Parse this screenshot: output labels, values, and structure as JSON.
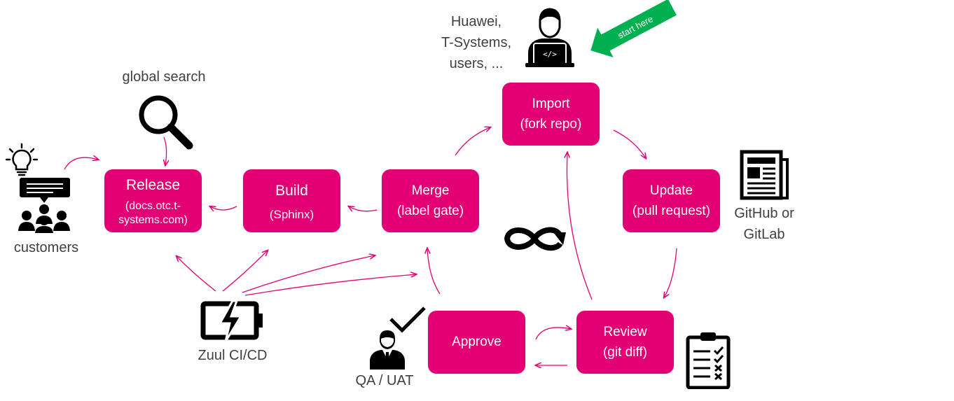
{
  "colors": {
    "box": "#e20074",
    "arrow": "#e20074",
    "start": "#00b050",
    "icon": "#000000"
  },
  "contributors": {
    "line1": "Huawei,",
    "line2": "T-Systems,",
    "line3": "users, ..."
  },
  "start_label": "start here",
  "boxes": {
    "import": {
      "title": "Import",
      "sub": "(fork repo)"
    },
    "update": {
      "title": "Update",
      "sub": "(pull request)"
    },
    "review": {
      "title": "Review",
      "sub": "(git diff)"
    },
    "approve": {
      "title": "Approve",
      "sub": ""
    },
    "merge": {
      "title": "Merge",
      "sub": "(label gate)"
    },
    "build": {
      "title": "Build",
      "sub": "(Sphinx)"
    },
    "release": {
      "title": "Release",
      "sub": "(docs.otc.t-systems.com)"
    }
  },
  "labels": {
    "global_search": "global search",
    "customers": "customers",
    "github": "GitHub or\nGitLab",
    "zuul": "Zuul CI/CD",
    "qa": "QA / UAT"
  },
  "icons": [
    "developer-laptop-icon",
    "start-arrow-icon",
    "magnifier-icon",
    "lightbulb-icon",
    "customers-icon",
    "newspaper-icon",
    "battery-icon",
    "infinity-loop-icon",
    "checkmark-icon",
    "qa-person-icon",
    "checklist-icon"
  ]
}
